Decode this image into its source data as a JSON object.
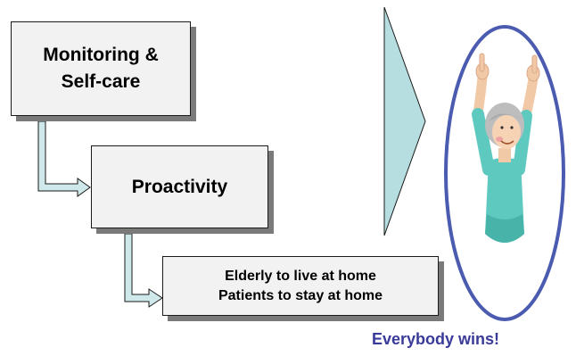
{
  "boxes": {
    "monitoring": {
      "line1": "Monitoring &",
      "line2": "Self-care"
    },
    "proactivity": {
      "label": "Proactivity"
    },
    "outcome": {
      "line1": "Elderly to live at home",
      "line2": "Patients to stay at home"
    }
  },
  "caption": "Everybody wins!",
  "colors": {
    "box_fill": "#f2f2f2",
    "box_shadow": "#7a7a7a",
    "connector_fill": "#cfe8ea",
    "triangle_fill": "#b6dde0",
    "ellipse_stroke": "#4a5bb0",
    "caption": "#3a3a99"
  },
  "icons": {
    "person": "cheering-elderly-woman-illustration"
  }
}
